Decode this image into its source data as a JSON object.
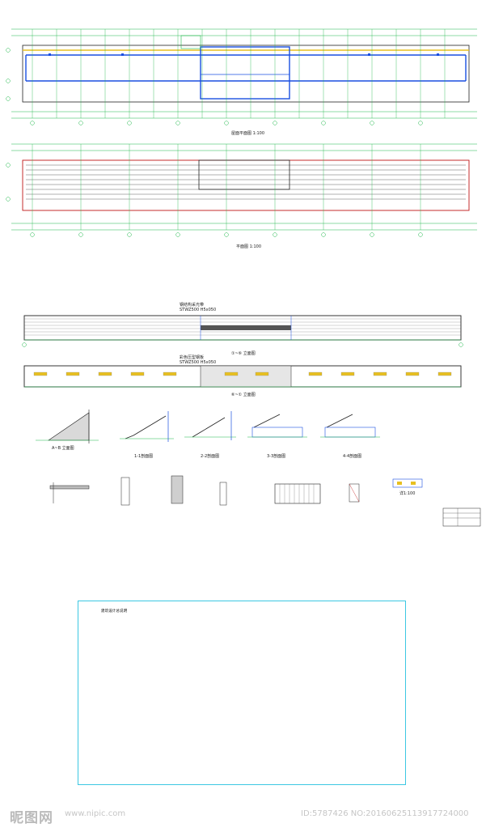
{
  "drawings": {
    "plan_top_caption": "屋面平面图 1:100",
    "plan_mid_caption": "平面图 1:100",
    "elev1_note": "钢结构采光带",
    "elev1_spec": "STWZ500 H5x050",
    "elev1_caption": "①~⑥ 立面图",
    "elev2_note": "彩色压型钢板",
    "elev2_spec": "STWZ500 H5x050",
    "elev2_caption": "⑥~① 立面图",
    "sec_a_caption": "A~B 立面图",
    "sec_1_caption": "1-1剖面图",
    "sec_2_caption": "2-2剖面图",
    "sec_3_caption": "3-3剖面图",
    "sec_4_caption": "4-4剖面图",
    "detail_caption": "详1:100"
  },
  "spec_sheet": {
    "title": "建筑设计总说明"
  },
  "watermark": {
    "brand": "昵图网",
    "url": "www.nipic.com",
    "id_text": "ID:5787426 NO:20160625113917724000"
  },
  "colors": {
    "grid": "#1fb84a",
    "wall": "#1a4fe0",
    "roof": "#e8c020",
    "frame": "#c01818",
    "line": "#222222",
    "accent": "#3cc7e3"
  }
}
